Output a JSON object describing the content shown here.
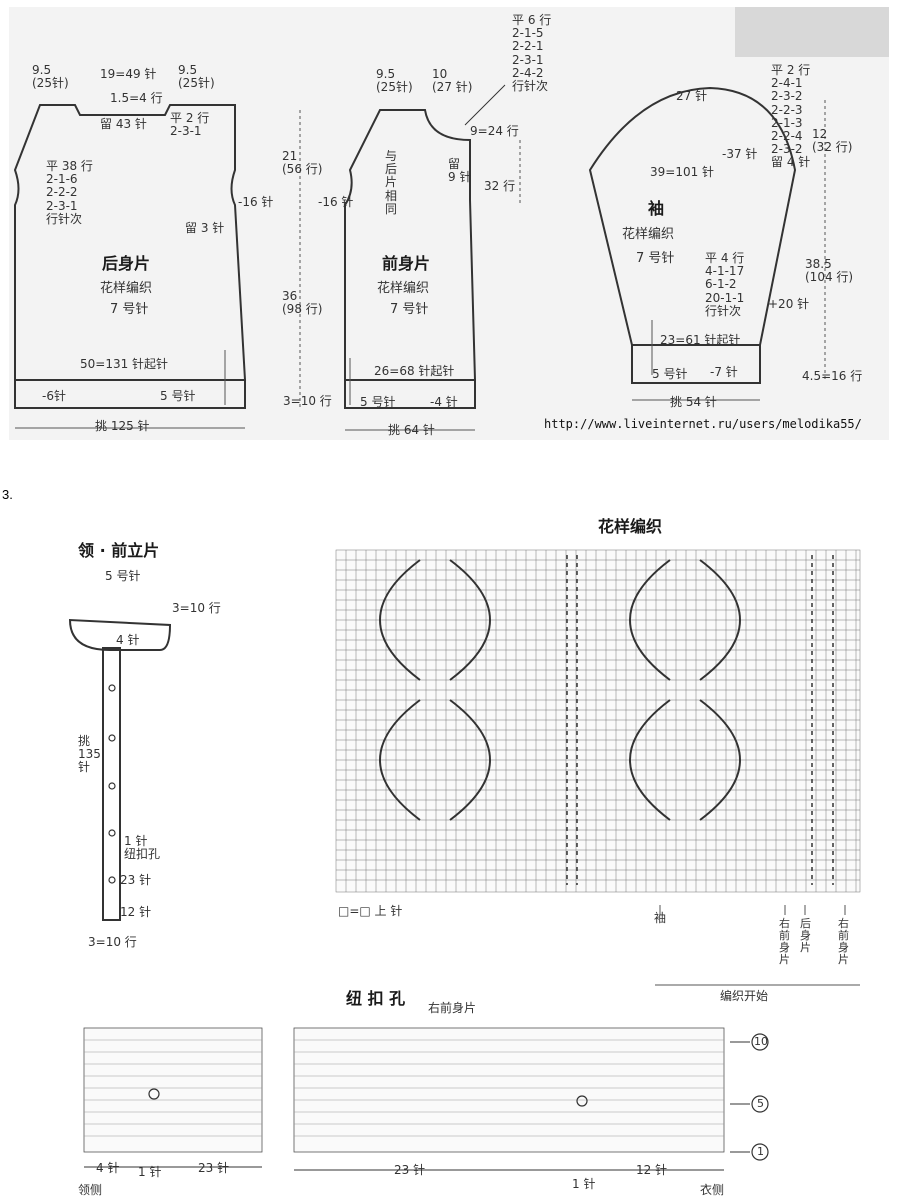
{
  "photo_corner": {
    "alt": ""
  },
  "section_marker": "3.",
  "back_panel": {
    "title": "后身片",
    "pattern": "花样编织",
    "needle": "7 号针",
    "top_left": "9.5\n(25针)",
    "top_mid": "19=49 针",
    "top_right": "9.5\n(25针)",
    "neck_drop": "1.5=4 行",
    "neck_bind": "留 43 针",
    "neck_rows": "平 2 行\n2-3-1",
    "armhole_rows": "平 38 行\n2-1-6\n2-2-2\n2-3-1\n行针次",
    "armhole_dec": "-16 针",
    "armhole_bind": "留 3 针",
    "cast_on": "50=131 针起针",
    "rib_left": "-6针",
    "rib_needle": "5 号针",
    "pick_up": "挑 125 针"
  },
  "front_panel": {
    "title": "前身片",
    "pattern": "花样编织",
    "needle": "7 号针",
    "top_left": "9.5\n(25针)",
    "top_right": "10\n(27 针)",
    "same_as_back": "与\n后\n片\n相\n同",
    "neck_depth": "9=24 行",
    "neck_bind": "留\n9 针",
    "neck_rows_top": "平 6 行\n2-1-5\n2-2-1\n2-3-1\n2-4-2\n行针次",
    "neck_height": "32 行",
    "armhole_dec": "-16 针",
    "cast_on": "26=68 针起针",
    "rib_needle": "5 号针",
    "rib_dec": "-4 针",
    "pick_up": "挑 64 针"
  },
  "measurements_mid": {
    "h1": "21\n(56 行)",
    "h2": "36\n(98 行)",
    "h3": "3=10 行"
  },
  "sleeve": {
    "title": "袖",
    "pattern": "花样编织",
    "needle": "7 号针",
    "top": "27 针",
    "cap_rows": "平 2 行\n2-4-1\n2-3-2\n2-2-3\n2-1-3\n2-2-4\n2-3-2\n留 4 针",
    "cap_height": "12\n(32 行)",
    "cap_dec": "-37 针",
    "width": "39=101 针",
    "inc_rows": "平 4 行\n4-1-17\n6-1-2\n20-1-1\n行针次",
    "inc": "+20 针",
    "length": "38.5\n(104 行)",
    "cast_on": "23=61 针起针",
    "rib_needle": "5 号针",
    "rib_dec": "-7 针",
    "rib_height": "4.5=16 行",
    "pick_up": "挑 54 针"
  },
  "url": "http://www.liveinternet.ru/users/melodika55/",
  "collar": {
    "title": "领 · 前立片",
    "needle": "5 号针",
    "collar_rows": "3=10 行",
    "top_sts": "4 针",
    "pick_up": "挑\n135\n针",
    "buttonhole": "1 针\n纽扣孔",
    "spacing": "23 针",
    "bottom": "12 针",
    "band_rows": "3=10 行"
  },
  "chart": {
    "title": "花样编织",
    "legend": "□=□ 上 针",
    "sleeve_mark": "袖",
    "right_front": "右\n前\n身\n片",
    "back": "后\n身\n片",
    "right_front2": "右\n前\n身\n片",
    "start": "编织开始"
  },
  "buttonhole_chart": {
    "title": "纽 扣 孔",
    "subtitle": "右前身片",
    "row10": "10",
    "row5": "5",
    "row1": "1",
    "left_4": "4 针",
    "left_1": "1 针",
    "left_23": "23 针",
    "right_23": "23 针",
    "right_12": "12 针",
    "right_1": "1 针",
    "bottom_left": "领侧",
    "bottom_right": "衣侧"
  }
}
